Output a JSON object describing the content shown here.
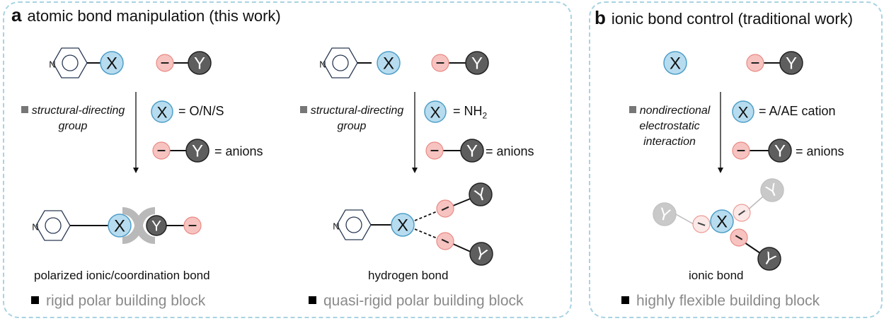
{
  "panel_a": {
    "label": "a",
    "title": "atomic bond manipulation (this work)",
    "left": {
      "directing_label_line1": "structural-directing",
      "directing_label_line2": "group",
      "x_def": "= O/N/S",
      "y_def": "= anions",
      "bond_caption": "polarized ionic/coordination bond",
      "summary": "rigid polar building block"
    },
    "right": {
      "directing_label_line1": "structural-directing",
      "directing_label_line2": "group",
      "x_def_prefix": "= NH",
      "x_def_subscript": "2",
      "y_def": "= anions",
      "bond_caption": "hydrogen bond",
      "summary": "quasi-rigid polar building block"
    }
  },
  "panel_b": {
    "label": "b",
    "title": "ionic bond control (traditional work)",
    "directing_label_line1": "nondirectional",
    "directing_label_line2": "electrostatic",
    "directing_label_line3": "interaction",
    "x_def": "= A/AE cation",
    "y_def": "= anions",
    "bond_caption": "ionic bond",
    "summary": "highly flexible building block"
  },
  "atoms": {
    "x_label": "X",
    "y_label": "Y",
    "minus_label": "–",
    "n_label": "N"
  },
  "colors": {
    "x_fill": "#b7dcef",
    "x_stroke": "#4f9fc8",
    "y_fill": "#5e5e5e",
    "minus_fill": "#f7c3c0",
    "minus_stroke": "#e98b85",
    "panel_border": "#a9d3e3",
    "summary_text": "#8a8a8a"
  }
}
